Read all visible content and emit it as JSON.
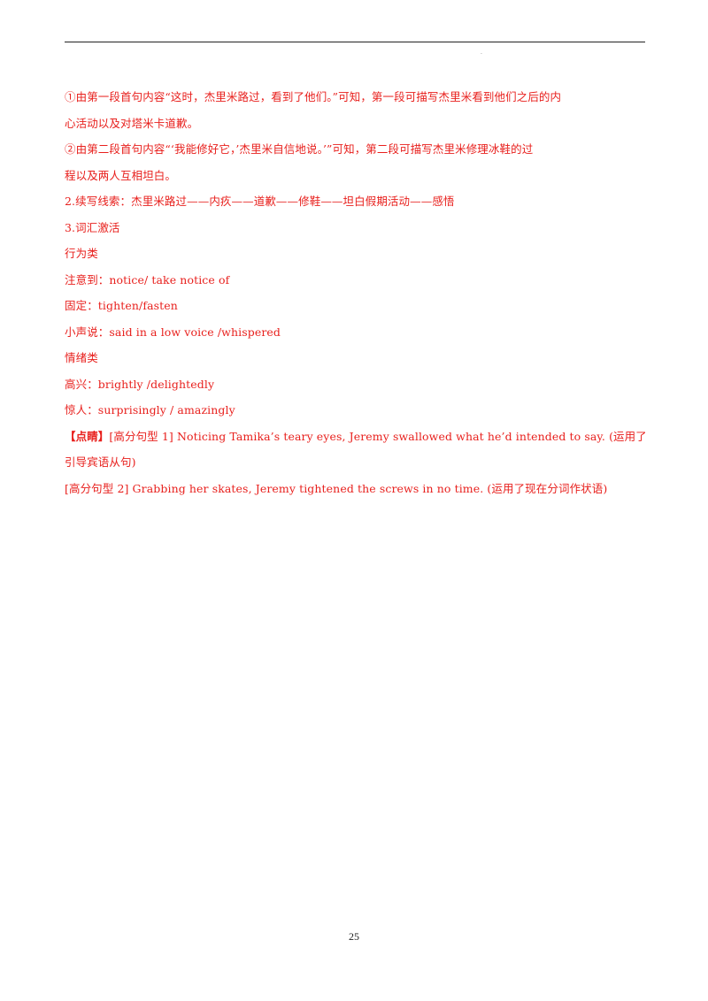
{
  "header": {
    "mark": "."
  },
  "lines": [
    "①由第一段首句内容“这时，杰里米路过，看到了他们。”可知，第一段可描写杰里米看到他们之后的内",
    "心活动以及对塔米卡道歉。",
    "②由第二段首句内容“‘我能修好它，’杰里米自信地说。’”可知，第二段可描写杰里米修理冰鞋的过",
    "程以及两人互相坦白。",
    "2.续写线索：杰里米路过——内疚——道歉——修鞋——坦白假期活动——感悟",
    "3.词汇激活",
    "行为类",
    "注意到：notice/ take notice of",
    "固定：tighten/fasten",
    "小声说：said in a low voice /whispered",
    "情绪类",
    "高兴：brightly /delightedly",
    "惊人：surprisingly / amazingly"
  ],
  "highlight": {
    "bracket_label": "【点睛】",
    "sentence1_line1": "[高分句型 1] Noticing Tamika’s teary eyes, Jeremy swallowed what he’d intended to say. (运用了 what",
    "sentence1_line2": "引导宾语从句)",
    "sentence2": "[高分句型 2] Grabbing her skates, Jeremy tightened the screws in no time. (运用了现在分词作状语)"
  },
  "footer": {
    "page_number": "25"
  },
  "colors": {
    "text_red": "#e8201d",
    "rule": "#222222"
  }
}
